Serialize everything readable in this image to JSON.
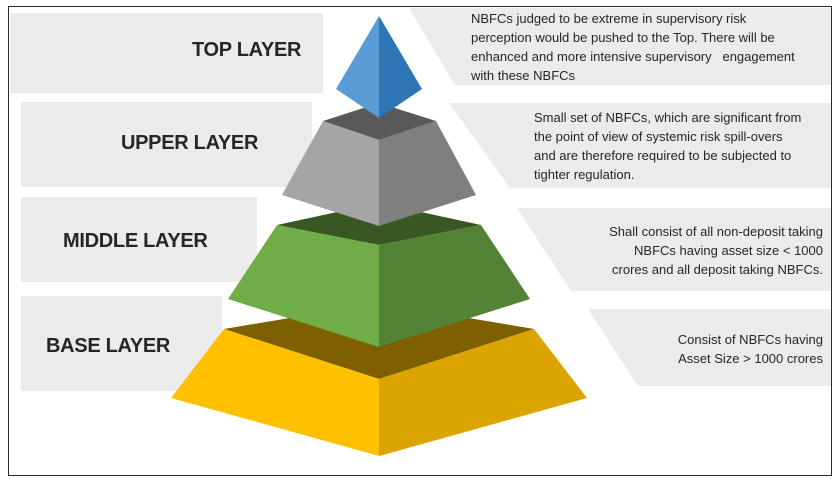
{
  "layers": [
    {
      "id": "top",
      "label": "TOP LAYER",
      "description_lines": [
        "NBFCs judged to be extreme in supervisory risk",
        "perception would be pushed to the Top. There will be",
        "enhanced and more intensive supervisory   engagement",
        "with these NBFCs"
      ],
      "colors": {
        "left": "#5b9bd5",
        "right": "#2e75b6",
        "top": "#1f4e79"
      }
    },
    {
      "id": "upper",
      "label": "UPPER LAYER",
      "description_lines": [
        "Small set of NBFCs, which are significant from",
        "the point of view of systemic risk spill-overs",
        "and are therefore required to be subjected to",
        "tighter regulation."
      ],
      "colors": {
        "left": "#a5a5a5",
        "right": "#7f7f7f",
        "top": "#595959"
      }
    },
    {
      "id": "middle",
      "label": "MIDDLE LAYER",
      "description_lines": [
        "Shall consist of all non-deposit taking",
        "NBFCs having asset size < 1000",
        "crores and all deposit taking NBFCs."
      ],
      "colors": {
        "left": "#70ad47",
        "right": "#548235",
        "top": "#385723"
      }
    },
    {
      "id": "base",
      "label": "BASE LAYER",
      "description_lines": [
        "Consist of NBFCs having",
        "Asset Size > 1000 crores"
      ],
      "colors": {
        "left": "#ffc000",
        "right": "#dba400",
        "top": "#7f6000"
      }
    }
  ],
  "panel_color": "#ebebeb"
}
